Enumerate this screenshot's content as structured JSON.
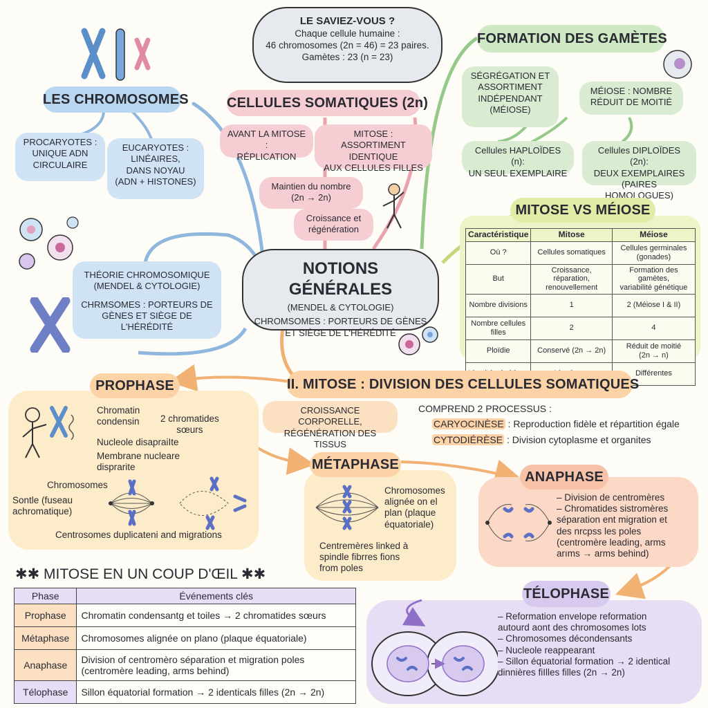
{
  "colors": {
    "blue": "#cfe3f4",
    "pink": "#f6cdd3",
    "green": "#d9ecd2",
    "lime": "#eef3c8",
    "orange": "#fbe0c2",
    "purple": "#e7def5",
    "center": "#e6e9ee"
  },
  "center": {
    "title": "NOTIONS GÉNÉRALES",
    "line1": "(MENDEL & CYTOLOGIE)",
    "line2": "CHROMSOMES : PORTEURS DE GÈNES\nET SIÈGE DE L'HÉRÉDITÉ"
  },
  "saviez": {
    "title": "LE SAVIEZ-VOUS ?",
    "text": "Chaque cellule humaine :\n46 chromosomes (2n = 46) = 23 paires.\nGamètes : 23 (n = 23)"
  },
  "chromosomes": {
    "title": "LES CHROMOSOMES",
    "procaryotes": "PROCARYOTES :\nUNIQUE ADN\nCIRCULAIRE",
    "eucaryotes": "EUCARYOTES :\nLINÉAIRES,\nDANS NOYAU\n(ADN + HISTONES)",
    "theorie": "THÉORIE CHROMOSOMIQUE\n(MENDEL & CYTOLOGIE)",
    "porteurs": "CHRMSOMES : PORTEURS DE\nGÈNES ET SIÈGE DE L'HÉRÉDITÉ"
  },
  "somatiques": {
    "title": "CELLULES SOMATIQUES (2n)",
    "avant": "AVANT LA MITOSE :\nRÉPLICATION",
    "mitose": "MITOSE :\nASSORTIMENT IDENTIQUE\nAUX CELLULES FILLES",
    "maintien": "Maintien du nombre\n(2n → 2n)",
    "croissance": "Croissance et\nrégénération"
  },
  "gametes": {
    "title": "FORMATION DES GAMÈTES",
    "segregation": "SÉGRÉGATION ET\nASSORTIMENT\nINDÉPENDANT\n(MÉIOSE)",
    "meiose": "MÉIOSE : NOMBRE\nRÉDUIT DE MOITIÉ",
    "haploides": "Cellules HAPLOÏDES (n):\nUN SEUL EXEMPLAIRE",
    "diploides": "Cellules DIPLOÏDES (2n):\nDEUX EXEMPLAIRES\n(PAIRES HOMOLOGUES)"
  },
  "mitose_vs_meiose": {
    "title": "MITOSE VS MÉIOSE",
    "headers": [
      "Caractéristique",
      "Mitose",
      "Méiose"
    ],
    "rows": [
      [
        "Où ?",
        "Cellules somatiques",
        "Cellules germinales\n(gonades)"
      ],
      [
        "But",
        "Croissance, réparation,\nrenouvellement",
        "Formation des gamètes,\nvariabilité génétique"
      ],
      [
        "Nombre divisions",
        "1",
        "2 (Méiose I & II)"
      ],
      [
        "Nombre cellules\nfilles",
        "2",
        "4"
      ],
      [
        "Ploïdie",
        "Conservé (2n → 2n)",
        "Réduit de moitié\n(2n → n)"
      ],
      [
        "Identité génétique",
        "Identiques",
        "Différentes"
      ]
    ]
  },
  "mitose_section": {
    "title": "II. MITOSE : DIVISION DES CELLULES SOMATIQUES",
    "croissance": "CROISSANCE CORPORELLE,\nRÉGÉNÉRATION DES TISSUS",
    "comprend": "COMPREND 2 PROCESSUS :",
    "caryo_label": "CARYOCINÈSE",
    "caryo_text": " : Reproduction fidèle et répartition égale",
    "cyto_label": "CYTODIÉRÈSE",
    "cyto_text": " : Division cytoplasme et organites"
  },
  "prophase": {
    "title": "PROPHASE",
    "chromatin": "Chromatin\ncondensin",
    "chromatides": "2 chromatides\nsœurs",
    "nucleole": "Nucleole disapraiIte",
    "membrane": "Membrane nucleare\ndisprarite",
    "chromosomes": "Chromosomes",
    "fuseau": "Sontle (fuseau\nachromatique)",
    "centrosomes": "Centrosomes duplicateni and migrations"
  },
  "metaphase": {
    "title": "MÉTAPHASE",
    "aligne": "Chromosomes\nalignée on el\nplan (plaque\néquatoriale)",
    "centromeres": "Centremères linked à\nspindle fibrres fions\nfrom poles"
  },
  "anaphase": {
    "title": "ANAPHASE",
    "notes": [
      "Division de centromères",
      "Chromatides sistromères\nséparation ent migration et\ndes nrcpss les poles\n(centromère leading, arms\narıms → arms behind)"
    ]
  },
  "telophase": {
    "title": "TÉLOPHASE",
    "notes": [
      "Reformation envelope reformation\nautourd aont des chromosomes lots",
      "Chromosomes décondensants",
      "Nucleole reappearant",
      "Sillon équatorial formation → 2 identical\ndinnières fiIlles filles (2n → 2n)"
    ]
  },
  "glance": {
    "title": "MITOSE EN UN COUP D'ŒIL",
    "headers": [
      "Phase",
      "Événements clés"
    ],
    "rows": [
      [
        "Prophase",
        "Chromatin condensantg et toiles → 2 chromatides sœurs",
        "#fbe0c2"
      ],
      [
        "Métaphase",
        "Chromosomes alignée on plano (plaque équatoriale)",
        "#fbe0c2"
      ],
      [
        "Anaphase",
        "Division of centromèro séparation et migration poles\n(centromère leading, arms behind)",
        "#fbe0c2"
      ],
      [
        "Télophase",
        "Sillon équatorial formation → 2 identicals filles (2n → 2n)",
        "#e7def5"
      ]
    ]
  }
}
